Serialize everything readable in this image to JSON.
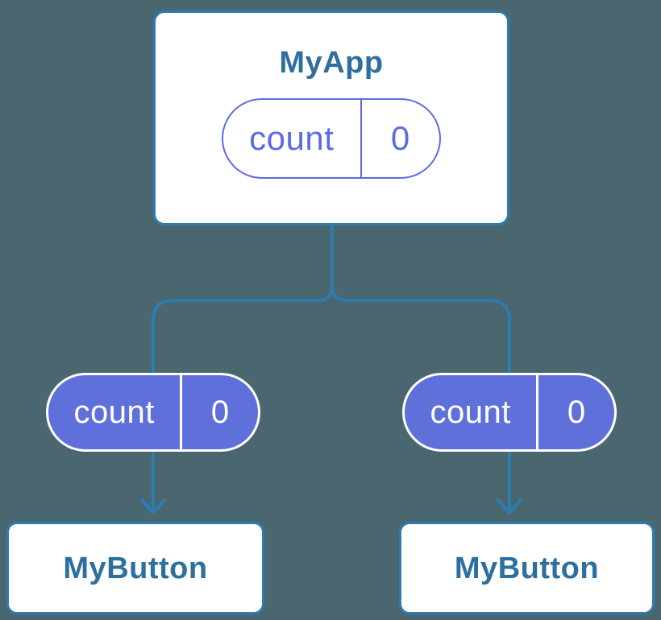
{
  "colors": {
    "background": "#4a6770",
    "line-blue": "#2e7cb0",
    "node-border-blue": "#2e7cb0",
    "node-text-blue": "#2d6f9e",
    "accent-purple": "#5d6be2",
    "pill-fill-purple": "#6070db",
    "white": "#ffffff"
  },
  "diagram": {
    "type": "component-tree",
    "root": {
      "title": "MyApp",
      "state": {
        "label": "count",
        "value": "0"
      }
    },
    "children": [
      {
        "title": "MyButton",
        "prop": {
          "label": "count",
          "value": "0"
        }
      },
      {
        "title": "MyButton",
        "prop": {
          "label": "count",
          "value": "0"
        }
      }
    ]
  }
}
